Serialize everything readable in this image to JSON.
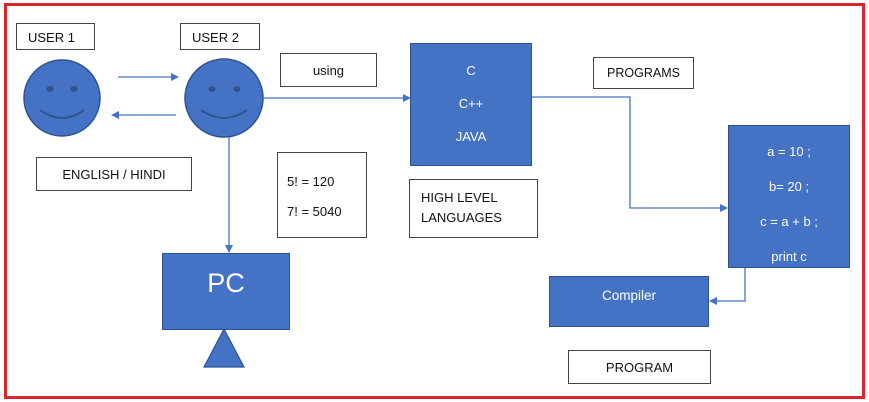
{
  "colors": {
    "frame": "#d9262b",
    "shape_fill": "#4472c4",
    "shape_border": "#2f528f",
    "arrow": "#4472c4"
  },
  "labels": {
    "user1": "USER 1",
    "user2": "USER 2",
    "using": "using",
    "english_hindi": "ENGLISH / HINDI",
    "programs": "PROGRAMS",
    "high_level": [
      "HIGH LEVEL",
      "LANGUAGES"
    ],
    "program": "PROGRAM"
  },
  "factorials": [
    "5! = 120",
    "7! = 5040"
  ],
  "languages": [
    "C",
    "C++",
    "JAVA"
  ],
  "code_lines": [
    "a = 10 ;",
    "b= 20 ;",
    "c = a + b ;",
    "print c"
  ],
  "pc_label": "PC",
  "compiler_label": "Compiler"
}
